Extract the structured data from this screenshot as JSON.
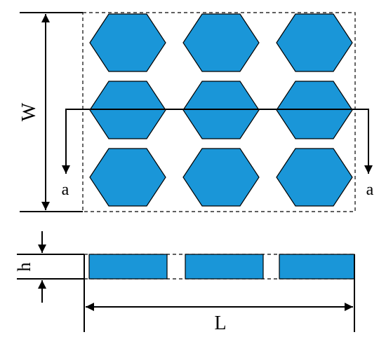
{
  "labels": {
    "width": "W",
    "section_left": "a",
    "section_right": "a",
    "height": "h",
    "length": "L"
  },
  "colors": {
    "hexagon_fill": "#1a96d8",
    "outline": "#000000",
    "background": "#ffffff"
  },
  "top_view": {
    "rows": 3,
    "columns": 3
  },
  "side_view": {
    "blocks": 3
  }
}
